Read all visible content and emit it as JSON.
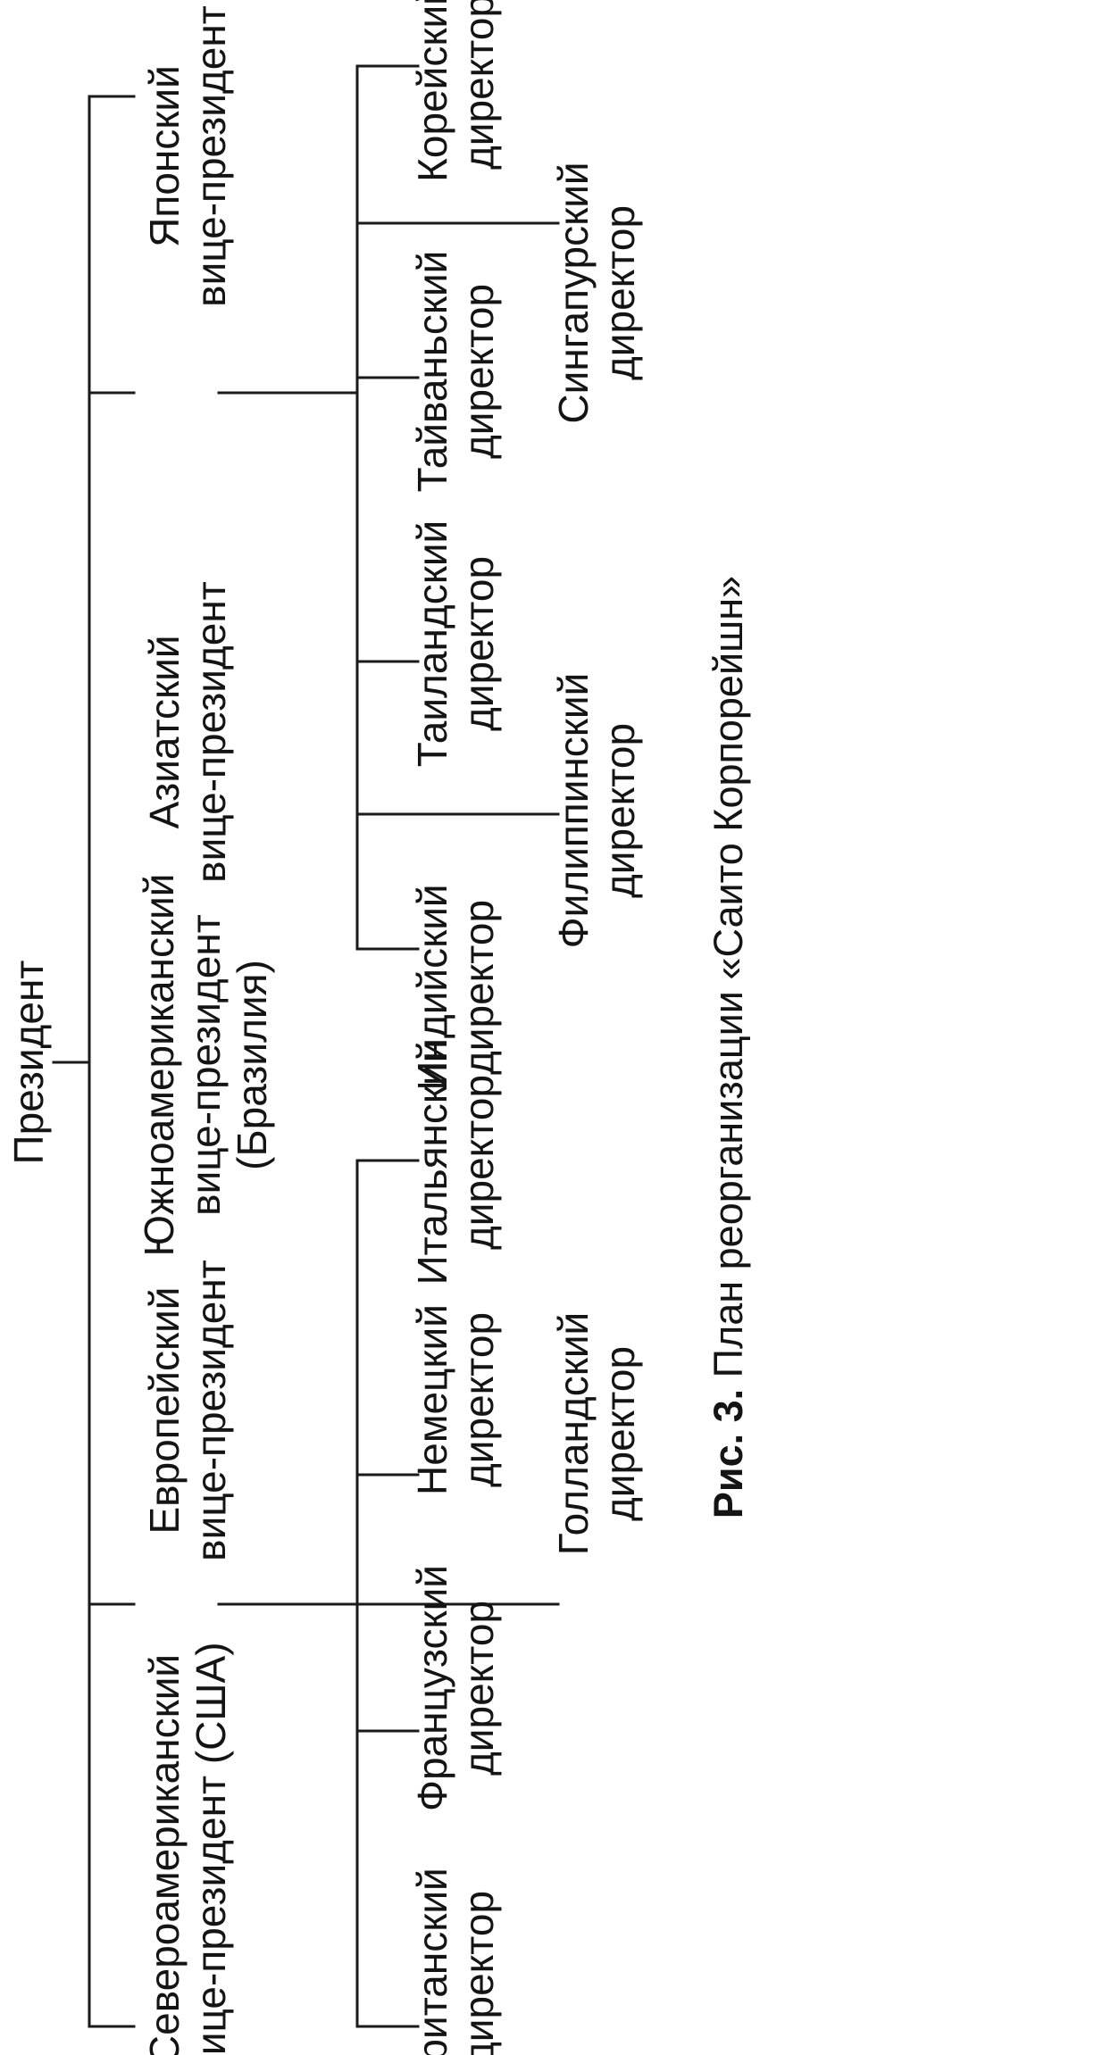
{
  "figure": {
    "nodes": {
      "president": [
        "Президент"
      ],
      "vp_north_america": [
        "Североамериканский",
        "вице-президент (США)"
      ],
      "vp_europe": [
        "Европейский",
        "вице-президент"
      ],
      "vp_south_america": [
        "Южноамериканский",
        "вице-президент",
        "(Бразилия)"
      ],
      "vp_asia": [
        "Азиатский",
        "вице-президент"
      ],
      "vp_japan": [
        "Японский",
        "вице-президент"
      ],
      "dir_british": [
        "Британский",
        "директор"
      ],
      "dir_french": [
        "Французский",
        "директор"
      ],
      "dir_dutch": [
        "Голландский",
        "директор"
      ],
      "dir_german": [
        "Немецкий",
        "директор"
      ],
      "dir_italian": [
        "Итальянский",
        "директор"
      ],
      "dir_indian": [
        "Индийский",
        "директор"
      ],
      "dir_philippine": [
        "Филиппинский",
        "директор"
      ],
      "dir_thai": [
        "Таиландский",
        "директор"
      ],
      "dir_taiwanese": [
        "Тайваньский",
        "директор"
      ],
      "dir_singapore": [
        "Сингапурский",
        "директор"
      ],
      "dir_korean": [
        "Корейский",
        "директор"
      ]
    },
    "caption": {
      "number": "Рис. 3.",
      "text": " План реорганизации «Саито Корпорейшн»"
    }
  }
}
